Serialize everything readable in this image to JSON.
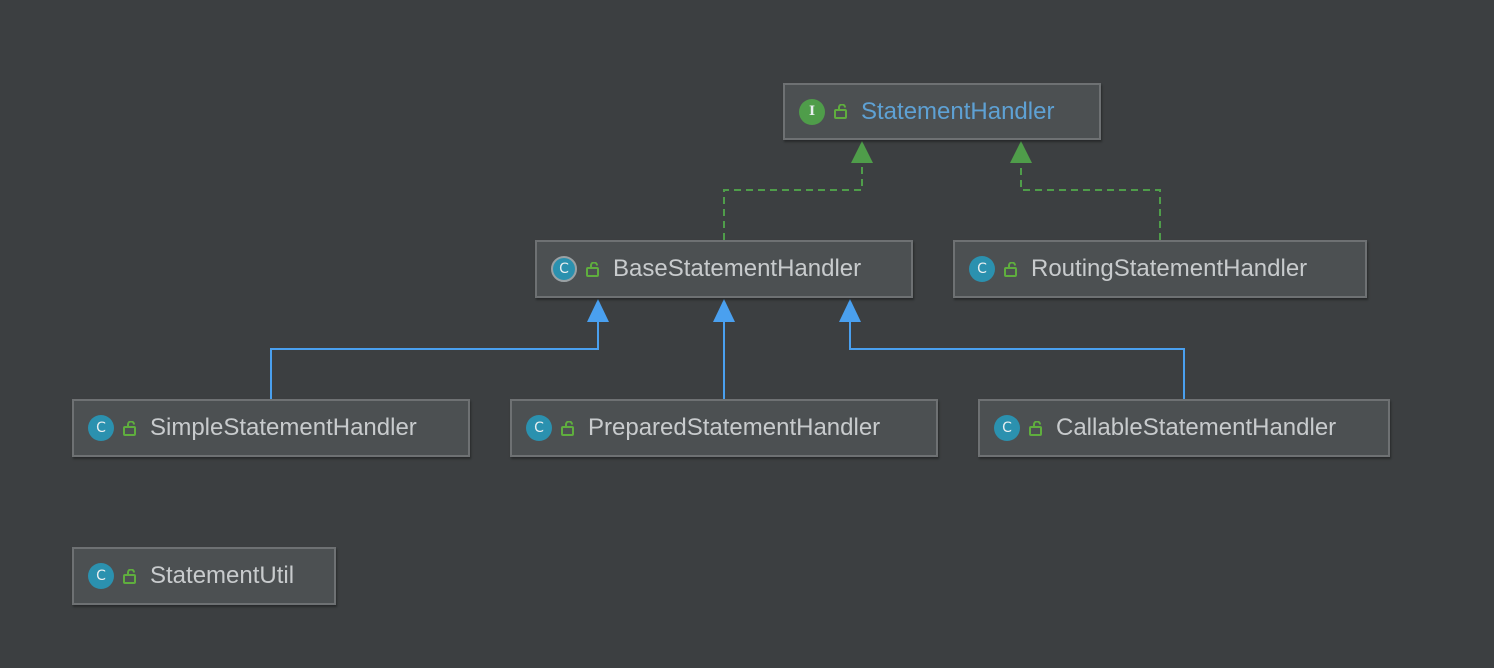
{
  "colors": {
    "background": "#3c3f41",
    "node_fill": "#4c5052",
    "node_border": "#6e7173",
    "class_icon": "#2b91af",
    "interface_icon": "#4f9d4a",
    "lock_icon": "#5fae3e",
    "implements_edge": "#4f9d4a",
    "extends_edge": "#4aa0ef",
    "text": "#c8cbcd",
    "interface_text": "#5ea1d4"
  },
  "nodes": {
    "statement_handler": {
      "label": "StatementHandler",
      "kind_glyph": "I",
      "kind": "interface",
      "icon": "interface-icon"
    },
    "base_statement_handler": {
      "label": "BaseStatementHandler",
      "kind_glyph": "C",
      "kind": "abstract-class",
      "icon": "abstract-class-icon"
    },
    "routing_statement_handler": {
      "label": "RoutingStatementHandler",
      "kind_glyph": "C",
      "kind": "class",
      "icon": "class-icon"
    },
    "simple_statement_handler": {
      "label": "SimpleStatementHandler",
      "kind_glyph": "C",
      "kind": "class",
      "icon": "class-icon"
    },
    "prepared_statement_handler": {
      "label": "PreparedStatementHandler",
      "kind_glyph": "C",
      "kind": "class",
      "icon": "class-icon"
    },
    "callable_statement_handler": {
      "label": "CallableStatementHandler",
      "kind_glyph": "C",
      "kind": "class",
      "icon": "class-icon"
    },
    "statement_util": {
      "label": "StatementUtil",
      "kind_glyph": "C",
      "kind": "class",
      "icon": "class-icon"
    }
  },
  "edges": [
    {
      "from": "BaseStatementHandler",
      "to": "StatementHandler",
      "type": "implements"
    },
    {
      "from": "RoutingStatementHandler",
      "to": "StatementHandler",
      "type": "implements"
    },
    {
      "from": "SimpleStatementHandler",
      "to": "BaseStatementHandler",
      "type": "extends"
    },
    {
      "from": "PreparedStatementHandler",
      "to": "BaseStatementHandler",
      "type": "extends"
    },
    {
      "from": "CallableStatementHandler",
      "to": "BaseStatementHandler",
      "type": "extends"
    }
  ]
}
